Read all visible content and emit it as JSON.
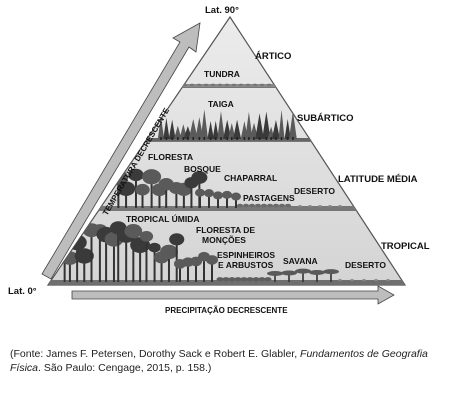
{
  "axes": {
    "top": "Lat. 90°",
    "bottom": "Lat. 0°",
    "left_arrow": "TEMPERATURA DECRESCENTE",
    "bottom_arrow": "PRECIPITAÇÃO DECRESCENTE"
  },
  "zones": {
    "arctic": "ÁRTICO",
    "subarctic": "SUBÁRTICO",
    "mid": "LATITUDE MÉDIA",
    "tropical": "TROPICAL"
  },
  "biomes": {
    "tundra": "TUNDRA",
    "taiga": "TAIGA",
    "floresta": "FLORESTA",
    "bosque": "BOSQUE",
    "chaparral": "CHAPARRAL",
    "pastagens": "PASTAGENS",
    "deserto_mid": "DESERTO",
    "tropical_umida": "TROPICAL ÚMIDA",
    "floresta_moncoes_1": "FLORESTA DE",
    "floresta_moncoes_2": "MONÇÕES",
    "espinheiros_1": "ESPINHEIROS",
    "espinheiros_2": "E ARBUSTOS",
    "savana": "SAVANA",
    "deserto_trop": "DESERTO"
  },
  "caption": {
    "prefix": "(Fonte: James F. Petersen, Dorothy Sack e Robert E. Glabler, ",
    "title": "Fundamentos de Geografia Física",
    "suffix": ". São Paulo: Cengage, 2015, p. 158.)"
  },
  "colors": {
    "pyramid_fill": "#dedede",
    "band_line": "#777777",
    "arrow_gray": "#bdbdbd",
    "tree_dark": "#3a3a3a",
    "tree_mid": "#5a5a5a"
  }
}
